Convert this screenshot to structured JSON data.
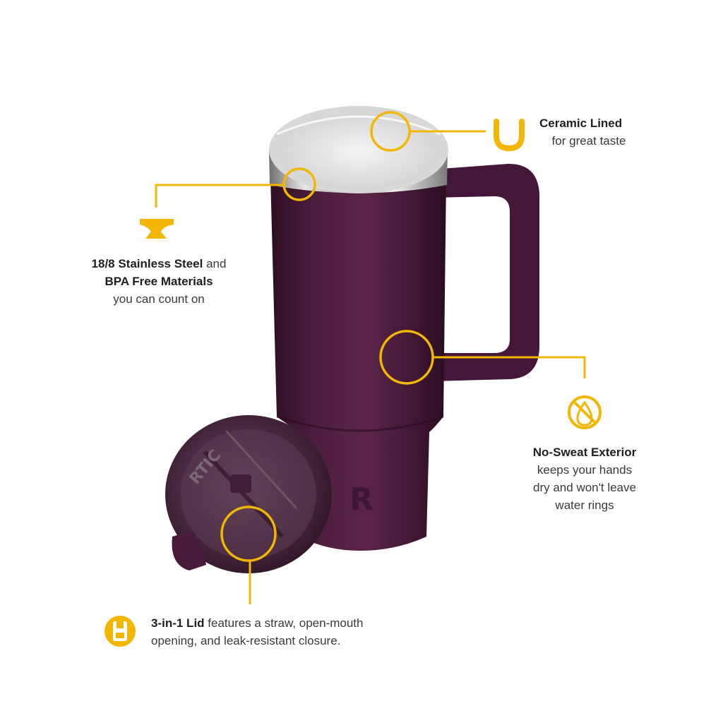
{
  "colors": {
    "accent": "#f2b705",
    "tumbler": "#4a1a3a",
    "steel": "#b9b9b9",
    "background": "#ffffff"
  },
  "product": {
    "lid_brand": "RTIC"
  },
  "callouts": {
    "ceramic": {
      "icon": "ceramic-u-icon",
      "title": "Ceramic Lined",
      "desc": "for great taste"
    },
    "steel": {
      "icon": "anvil-icon",
      "title1": "18/8 Stainless Steel",
      "text1": " and",
      "title2": "BPA Free Materials",
      "desc": "you can count on"
    },
    "sweat": {
      "icon": "no-sweat-drop-icon",
      "title": "No-Sweat Exterior",
      "line1": "keeps your hands",
      "line2": "dry and won't leave",
      "line3": "water rings"
    },
    "lid": {
      "icon": "lid-icon",
      "title": "3-in-1 Lid",
      "text1": " features a straw, open-mouth",
      "text2": "opening, and leak-resistant closure."
    }
  }
}
